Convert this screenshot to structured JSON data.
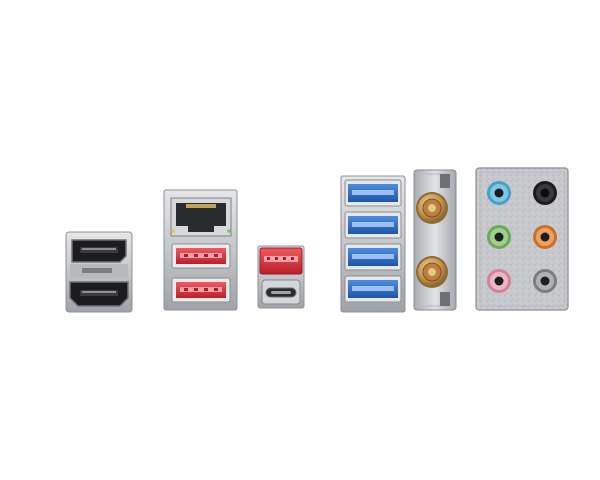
{
  "scene": {
    "background": "#ffffff",
    "subject": "motherboard-rear-io-panel",
    "groups": [
      {
        "name": "video-output-stack",
        "ports": [
          "displayport",
          "hdmi"
        ]
      },
      {
        "name": "lan-usb-stack",
        "ports": [
          "rj45-lan",
          "usb-a-red",
          "usb-a-red"
        ]
      },
      {
        "name": "usb-a-c-stack",
        "ports": [
          "usb-a-red",
          "usb-c"
        ]
      },
      {
        "name": "usb3-stack",
        "ports": [
          "usb-a-blue",
          "usb-a-blue",
          "usb-a-blue",
          "usb-a-blue"
        ]
      },
      {
        "name": "wifi-antenna-bracket",
        "ports": [
          "antenna-connector",
          "antenna-connector"
        ]
      },
      {
        "name": "audio-jack-block",
        "ports": [
          "audio-jack-blue",
          "audio-jack-black",
          "audio-jack-green",
          "audio-jack-orange",
          "audio-jack-pink",
          "audio-jack-gray"
        ]
      }
    ],
    "colors": {
      "usb_red": "#d8333b",
      "usb_blue": "#2f6fc9",
      "metal": "#c9cbce",
      "dark_metal": "#5a5d63",
      "gold": "#c9934a",
      "audio_blue": "#6ab8d8",
      "audio_black": "#2b2b2b",
      "audio_green": "#8cc27a",
      "audio_orange": "#e38f4a",
      "audio_pink": "#e7a3b4",
      "audio_gray": "#9a9a9a"
    }
  }
}
